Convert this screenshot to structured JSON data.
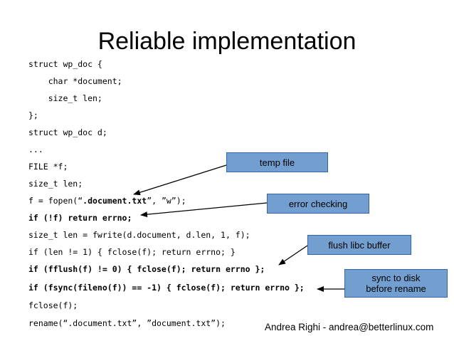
{
  "title": "Reliable implementation",
  "code": [
    "struct wp_doc {",
    "    char *document;",
    "    size_t len;",
    "};",
    "struct wp_doc d;",
    "...",
    "FILE *f;",
    "size_t len;",
    {
      "pre": "f = fopen(“",
      "bold": ".document.txt",
      "post": "”, ”w”);"
    },
    "if (!f) return errno;",
    "size_t len = fwrite(d.document, d.len, 1, f);",
    "if (len != 1) { fclose(f); return errno; }",
    "if (fflush(f) != 0) { fclose(f); return errno };",
    "if (fsync(fileno(f)) == -1) { fclose(f); return errno };",
    "fclose(f);",
    "rename(“.document.txt”, ”document.txt”);"
  ],
  "callouts": {
    "temp_file": "temp file",
    "error_checking": "error checking",
    "flush_libc": "flush libc buffer",
    "sync_line1": "sync to disk",
    "sync_line2": "before rename"
  },
  "footer": "Andrea Righi - andrea@betterlinux.com",
  "colors": {
    "callout_fill": "#729fcf",
    "callout_border": "#3465a4",
    "text": "#000000",
    "background": "#ffffff"
  }
}
